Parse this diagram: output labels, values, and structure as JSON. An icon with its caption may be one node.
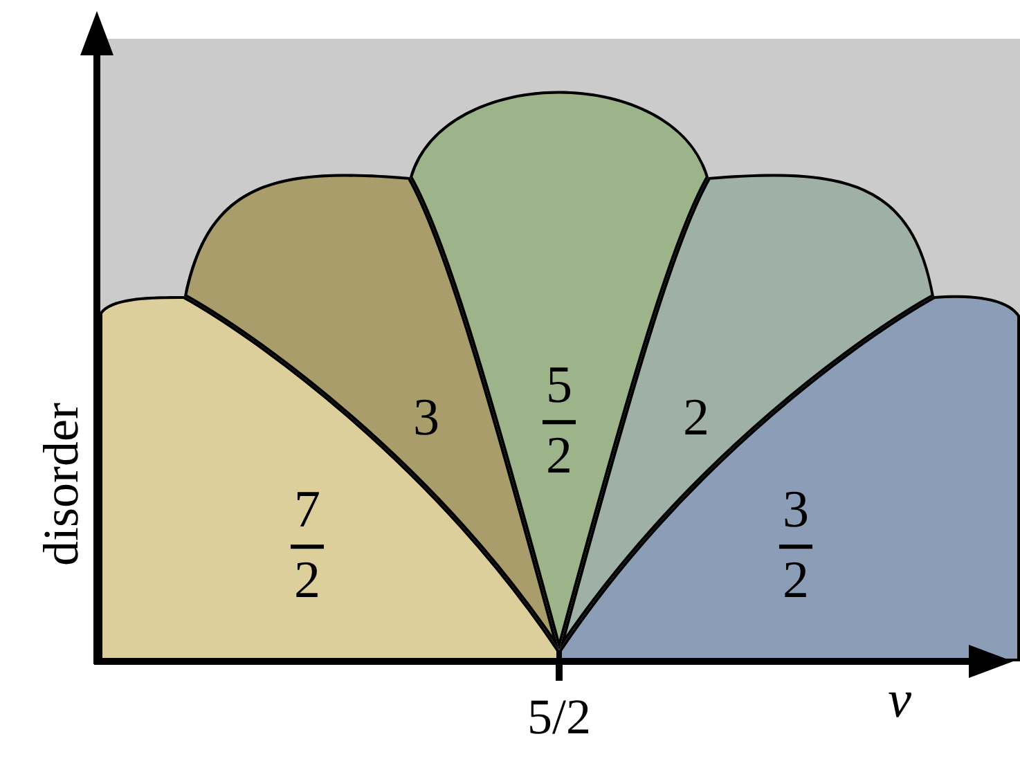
{
  "diagram": {
    "nodes": [
      {
        "text": [
          "7",
          "2"
        ]
      },
      {
        "text": [
          "3"
        ]
      },
      {
        "text": [
          "5",
          "2"
        ]
      },
      {
        "text": [
          "2"
        ]
      },
      {
        "text": [
          "3",
          "2"
        ]
      }
    ],
    "labels": [
      "disorder",
      "5/2",
      "ν"
    ]
  }
}
